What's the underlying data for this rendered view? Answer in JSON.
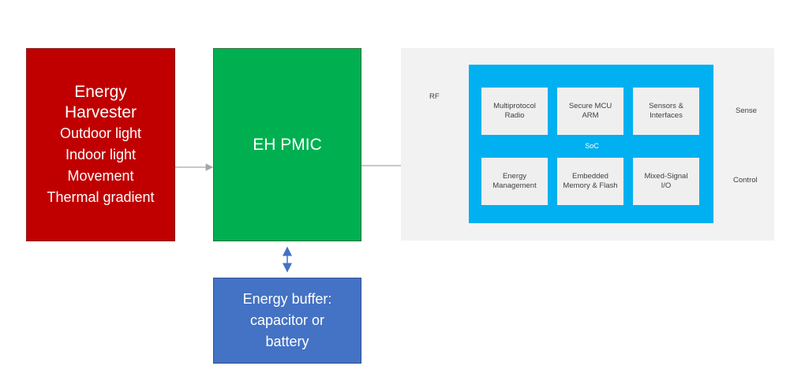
{
  "energy_harvester": {
    "title_line1": "Energy",
    "title_line2": "Harvester",
    "sources": [
      "Outdoor light",
      "Indoor light",
      "Movement",
      "Thermal gradient"
    ]
  },
  "pmic": {
    "label": "EH PMIC"
  },
  "energy_buffer": {
    "line1": "Energy buffer:",
    "line2": "capacitor or",
    "line3": "battery"
  },
  "soc": {
    "label": "SoC",
    "blocks": [
      {
        "line1": "Multiprotocol",
        "line2": "Radio"
      },
      {
        "line1": "Secure MCU",
        "line2": "ARM"
      },
      {
        "line1": "Sensors &",
        "line2": "Interfaces"
      },
      {
        "line1": "Energy",
        "line2": "Management"
      },
      {
        "line1": "Embedded",
        "line2": "Memory & Flash"
      },
      {
        "line1": "Mixed-Signal",
        "line2": "I/O"
      }
    ]
  },
  "rf_label": "RF",
  "outputs": {
    "sense": "Sense",
    "control": "Control"
  },
  "colors": {
    "harvester": "#c00000",
    "pmic": "#00b050",
    "buffer": "#4472c4",
    "soc": "#00b0f0",
    "antenna_blue": "#2e75b6",
    "antenna_red": "#c00000"
  }
}
